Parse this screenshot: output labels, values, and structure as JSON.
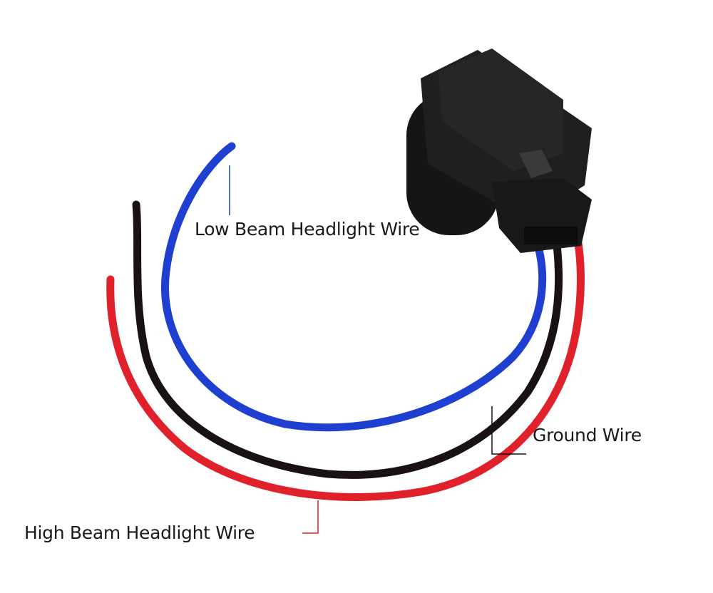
{
  "labels": {
    "low_beam": "Low Beam Headlight Wire",
    "ground": "Ground Wire",
    "high_beam": "High Beam Headlight Wire"
  },
  "colors": {
    "low_beam_wire": "#1f3fd0",
    "ground_wire": "#1a1212",
    "high_beam_wire": "#e0202a",
    "connector": "#1c1c1c"
  }
}
